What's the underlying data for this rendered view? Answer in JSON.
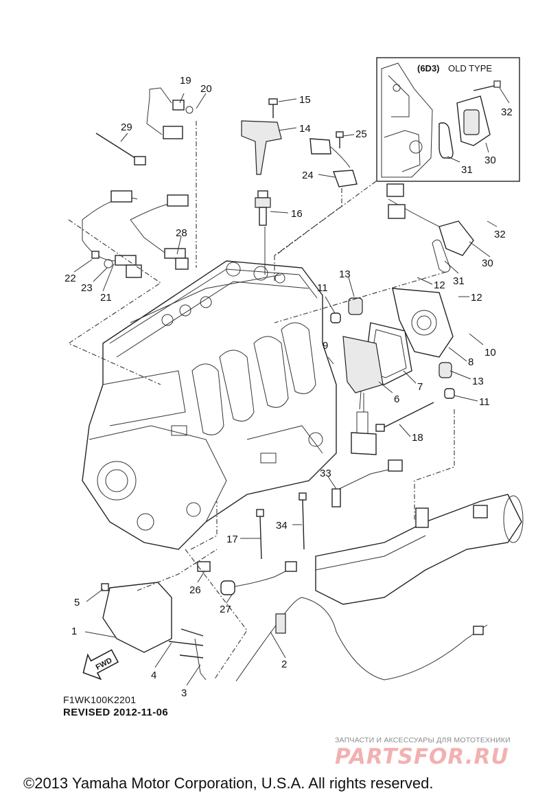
{
  "inset": {
    "code": "(6D3)",
    "label": "OLD TYPE",
    "callouts": [
      "32",
      "30",
      "31"
    ]
  },
  "callouts": [
    {
      "id": "c1",
      "n": "1"
    },
    {
      "id": "c2",
      "n": "2"
    },
    {
      "id": "c3",
      "n": "3"
    },
    {
      "id": "c4",
      "n": "4"
    },
    {
      "id": "c5",
      "n": "5"
    },
    {
      "id": "c6",
      "n": "6"
    },
    {
      "id": "c7",
      "n": "7"
    },
    {
      "id": "c8",
      "n": "8"
    },
    {
      "id": "c9",
      "n": "9"
    },
    {
      "id": "c10",
      "n": "10"
    },
    {
      "id": "c11a",
      "n": "11"
    },
    {
      "id": "c11b",
      "n": "11"
    },
    {
      "id": "c12a",
      "n": "12"
    },
    {
      "id": "c12b",
      "n": "12"
    },
    {
      "id": "c13a",
      "n": "13"
    },
    {
      "id": "c13b",
      "n": "13"
    },
    {
      "id": "c14",
      "n": "14"
    },
    {
      "id": "c15",
      "n": "15"
    },
    {
      "id": "c16",
      "n": "16"
    },
    {
      "id": "c17",
      "n": "17"
    },
    {
      "id": "c18",
      "n": "18"
    },
    {
      "id": "c19",
      "n": "19"
    },
    {
      "id": "c20",
      "n": "20"
    },
    {
      "id": "c21",
      "n": "21"
    },
    {
      "id": "c22",
      "n": "22"
    },
    {
      "id": "c23",
      "n": "23"
    },
    {
      "id": "c24",
      "n": "24"
    },
    {
      "id": "c25",
      "n": "25"
    },
    {
      "id": "c26",
      "n": "26"
    },
    {
      "id": "c27",
      "n": "27"
    },
    {
      "id": "c28",
      "n": "28"
    },
    {
      "id": "c29",
      "n": "29"
    },
    {
      "id": "c30",
      "n": "30"
    },
    {
      "id": "c31",
      "n": "31"
    },
    {
      "id": "c32",
      "n": "32"
    },
    {
      "id": "c33",
      "n": "33"
    },
    {
      "id": "c34",
      "n": "34"
    }
  ],
  "fwd_label": "FWD",
  "diagram_code": "F1WK100K2201",
  "revised": "REVISED 2012-11-06",
  "watermark": {
    "subtitle": "ЗАПЧАСТИ И АКСЕССУАРЫ ДЛЯ МОТОТЕХНИКИ",
    "logo": "PARTSFOR.RU"
  },
  "copyright": "©2013 Yamaha Motor Corporation, U.S.A. All rights reserved."
}
